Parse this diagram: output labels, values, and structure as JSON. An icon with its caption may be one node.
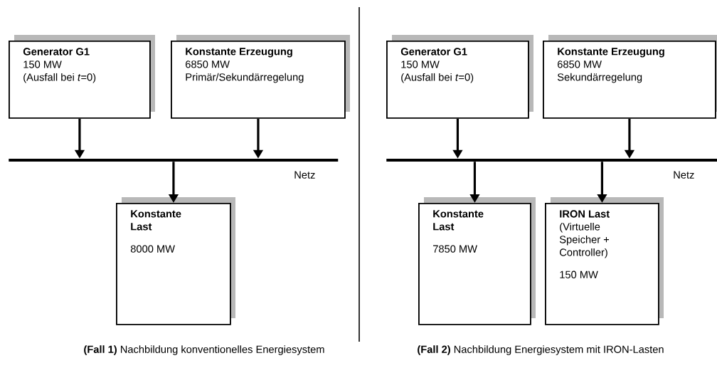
{
  "diagram": {
    "nodes": [
      {
        "text": [
          "Generator G1",
          "150 MW",
          "(Ausfall bei *t*=0)"
        ]
      },
      {
        "text": [
          "Konstante Erzeugung",
          "6850 MW",
          "Primär/Sekundärregelung"
        ]
      },
      {
        "text": [],
        "shape": "bar",
        "beside": [
          "Netz"
        ]
      },
      {
        "text": [
          "Konstante Last",
          "8000 MW"
        ]
      },
      {
        "text": [
          "Generator G1",
          "150 MW",
          "(Ausfall bei *t*=0)"
        ]
      },
      {
        "text": [
          "Konstante Erzeugung",
          "6850 MW",
          "Sekundärregelung"
        ]
      },
      {
        "text": [],
        "shape": "bar",
        "beside": [
          "Netz"
        ]
      },
      {
        "text": [
          "Konstante Last",
          "7850 MW"
        ]
      },
      {
        "text": [
          "IRON Last",
          "(Virtuelle Speicher + Controller)",
          "150 MW"
        ]
      }
    ],
    "edges": [
      {
        "from": 0,
        "to": 2,
        "arrow": "to"
      },
      {
        "from": 1,
        "to": 2,
        "arrow": "to"
      },
      {
        "from": 2,
        "to": 3,
        "arrow": "to"
      },
      {
        "from": 4,
        "to": 6,
        "arrow": "to"
      },
      {
        "from": 5,
        "to": 6,
        "arrow": "to"
      },
      {
        "from": 6,
        "to": 7,
        "arrow": "to"
      },
      {
        "from": 6,
        "to": 8,
        "arrow": "to"
      }
    ],
    "labels": [
      "**(Fall 1)** Nachbildung konventionelles Energiesystem",
      "**(Fall 2)** Nachbildung Energiesystem mit IRON-Lasten"
    ]
  }
}
